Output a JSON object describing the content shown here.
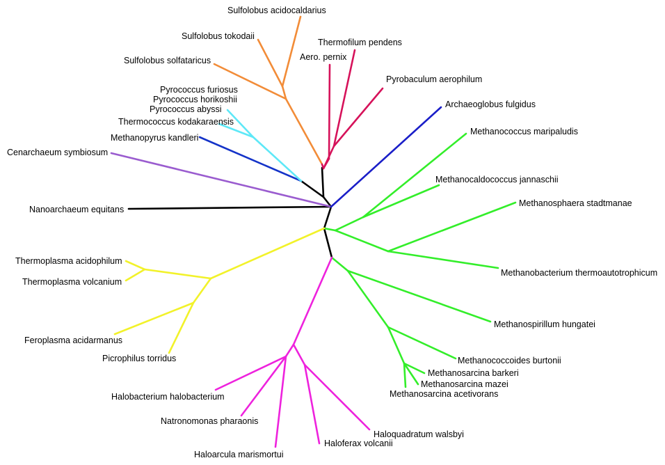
{
  "colors": {
    "root": "#000000",
    "crenarchaeota_orange": "#f28c38",
    "crenarchaeota_red": "#d6125a",
    "pyrococcus": "#5ee8f7",
    "methanopyrus": "#1433c8",
    "cenarchaeum": "#9a5ccf",
    "archaeoglobus": "#1a1ec8",
    "methanogens": "#33ee2a",
    "thermoplasma": "#f2f22a",
    "halobacteria": "#ee22dd"
  },
  "taxa": {
    "sulfolobus_acidocaldarius": "Sulfolobus acidocaldarius",
    "sulfolobus_tokodaii": "Sulfolobus tokodaii",
    "sulfolobus_solfataricus": "Sulfolobus solfataricus",
    "thermofilum_pendens": "Thermofilum pendens",
    "aero_pernix": "Aero. pernix",
    "pyrobaculum_aerophilum": "Pyrobaculum aerophilum",
    "pyrococcus_furiosus": "Pyrococcus furiosus",
    "pyrococcus_horikoshii": "Pyrococcus horikoshii",
    "pyrococcus_abyssi": "Pyrococcus abyssi",
    "thermococcus_kodakaraensis": "Thermococcus kodakaraensis",
    "methanopyrus_kandleri": "Methanopyrus kandleri",
    "cenarchaeum_symbiosum": "Cenarchaeum symbiosum",
    "archaeoglobus_fulgidus": "Archaeoglobus fulgidus",
    "methanococcus_maripaludis": "Methanococcus maripaludis",
    "methanocaldococcus_jannaschii": "Methanocaldococcus jannaschii",
    "methanosphaera_stadtmanae": "Methanosphaera stadtmanae",
    "nanoarchaeum_equitans": "Nanoarchaeum equitans",
    "methanobacterium_thermoautotrophicum": "Methanobacterium thermoautotrophicum",
    "thermoplasma_acidophilum": "Thermoplasma acidophilum",
    "thermoplasma_volcanium": "Thermoplasma volcanium",
    "methanospirillum_hungatei": "Methanospirillum hungatei",
    "feroplasma_acidarmanus": "Feroplasma acidarmanus",
    "picrophilus_torridus": "Picrophilus torridus",
    "methanococcoides_burtonii": "Methanococcoides burtonii",
    "methanosarcina_barkeri": "Methanosarcina barkeri",
    "methanosarcina_mazei": "Methanosarcina mazei",
    "methanosarcina_acetivorans": "Methanosarcina acetivorans",
    "halobacterium_halobacterium": "Halobacterium halobacterium",
    "natronomonas_pharaonis": "Natronomonas pharaonis",
    "haloquadratum_walsbyi": "Haloquadratum walsbyi",
    "haloferax_volcanii": "Haloferax volcanii",
    "haloarcula_marismortui": "Haloarcula marismortui"
  }
}
